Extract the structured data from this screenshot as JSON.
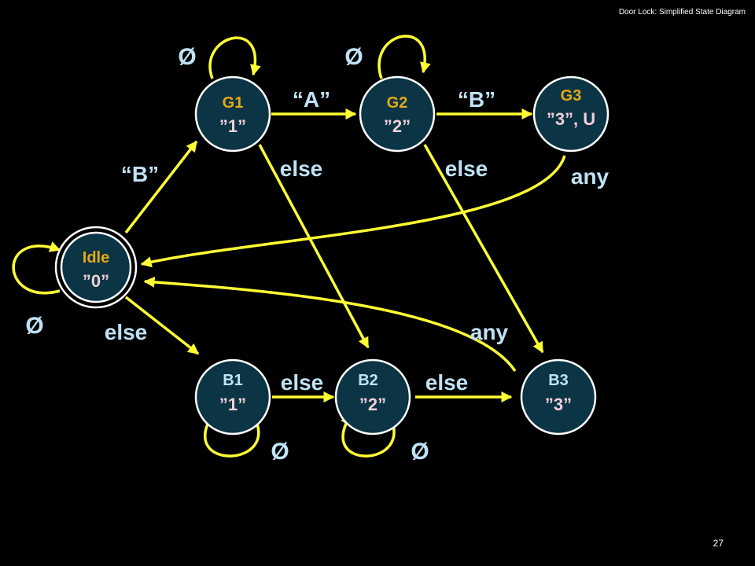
{
  "header": {
    "title": "Door Lock: Simplified State Diagram"
  },
  "footer": {
    "page_number": "27"
  },
  "colors": {
    "background": "#000000",
    "node_fill": "#0b3444",
    "node_stroke": "#ffffff",
    "idle_name": "#e6a817",
    "good_name": "#e6a817",
    "bad_name": "#bfe2f5",
    "output_text": "#f0cfd9",
    "edge": "#ffff33",
    "edge_label": "#bfe2f5"
  },
  "states": {
    "idle": {
      "name": "Idle",
      "output": "”0”"
    },
    "g1": {
      "name": "G1",
      "output": "”1”"
    },
    "g2": {
      "name": "G2",
      "output": "”2”"
    },
    "g3": {
      "name": "G3",
      "output": "”3”, U"
    },
    "b1": {
      "name": "B1",
      "output": "”1”"
    },
    "b2": {
      "name": "B2",
      "output": "”2”"
    },
    "b3": {
      "name": "B3",
      "output": "”3”"
    }
  },
  "transitions": {
    "idle_to_g1": "“B”",
    "g1_to_g2": "“A”",
    "g2_to_g3": "“B”",
    "g1_to_b2": "else",
    "g2_to_b3": "else",
    "g3_to_idle": "any",
    "idle_to_b1": "else",
    "b1_to_b2": "else",
    "b2_to_b3": "else",
    "b3_to_idle": "any",
    "self_loop": "Ø"
  }
}
